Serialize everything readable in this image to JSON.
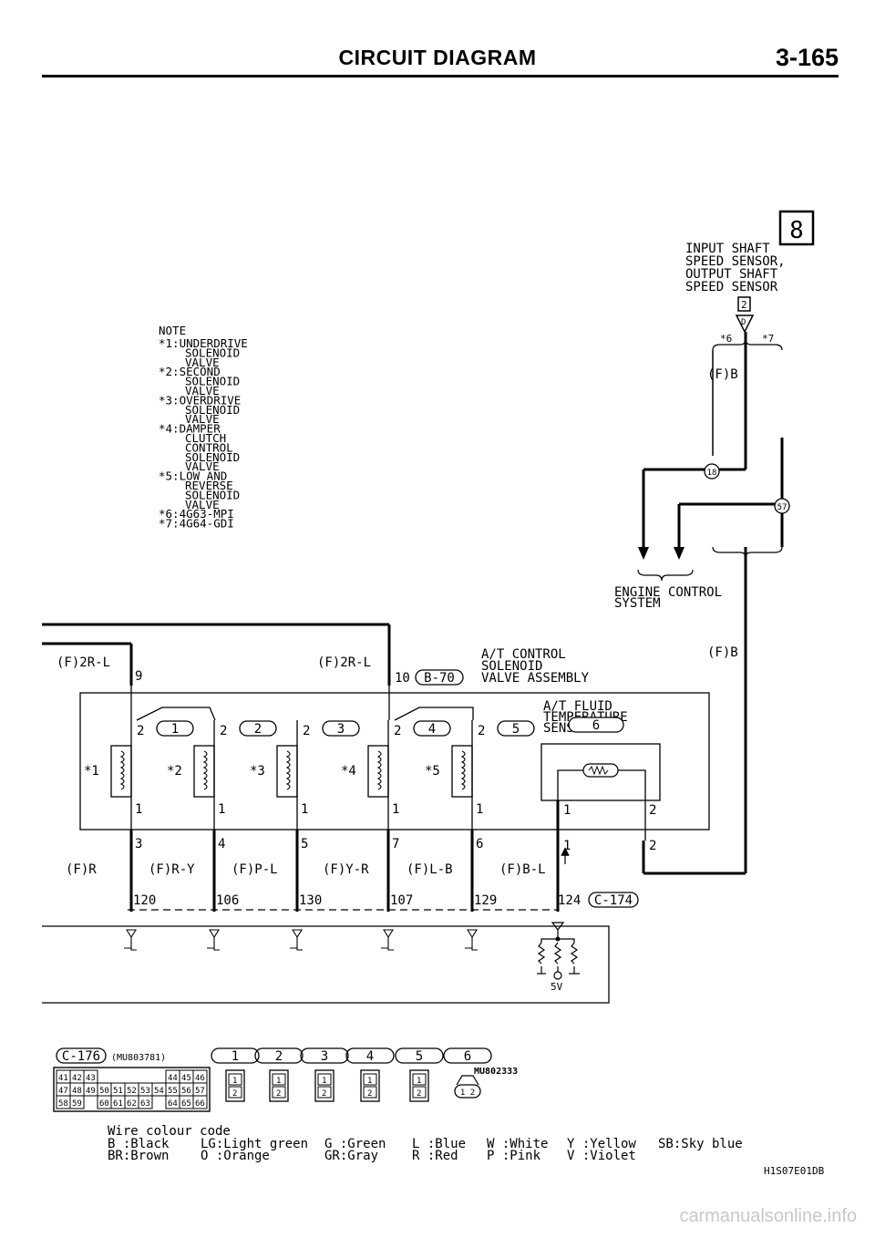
{
  "header": {
    "title": "CIRCUIT DIAGRAM",
    "page": "3-165"
  },
  "section_badge": "8",
  "sensor_label": [
    "INPUT SHAFT",
    "SPEED SENSOR,",
    "OUTPUT SHAFT",
    "SPEED SENSOR"
  ],
  "sensor_connector": "2",
  "sensor_pin": "D",
  "note": {
    "title": "NOTE",
    "lines": [
      "*1:UNDERDRIVE",
      "SOLENOID",
      "VALVE",
      "*2:SECOND",
      "SOLENOID",
      "VALVE",
      "*3:OVERDRIVE",
      "SOLENOID",
      "VALVE",
      "*4:DAMPER",
      "CLUTCH",
      "CONTROL",
      "SOLENOID",
      "VALVE",
      "*5:LOW AND",
      "REVERSE",
      "SOLENOID",
      "VALVE",
      "*6:4G63-MPI",
      "*7:4G64-GDI"
    ]
  },
  "wires": {
    "fb_top": "(F)B",
    "fb_right": "(F)B",
    "star6": "*6",
    "star7": "*7",
    "circle18": "18",
    "circle57": "57",
    "engine_control": [
      "ENGINE CONTROL",
      "SYSTEM"
    ],
    "f2rl_left": "(F)2R-L",
    "f2rl_mid": "(F)2R-L",
    "pin9": "9",
    "pin10": "10",
    "conn_b70": "B-70"
  },
  "assembly": {
    "label": [
      "A/T CONTROL",
      "SOLENOID",
      "VALVE ASSEMBLY"
    ],
    "fluid_sensor": [
      "A/T FLUID",
      "TEMPERATURE",
      "SENSOR"
    ],
    "solenoids": [
      {
        "star": "*1",
        "conn": "1",
        "top_pin": "2",
        "bot_pin": "1",
        "out_pin": "3",
        "wire": "(F)R",
        "ecu_pin": "120"
      },
      {
        "star": "*2",
        "conn": "2",
        "top_pin": "2",
        "bot_pin": "1",
        "out_pin": "4",
        "wire": "(F)R-Y",
        "ecu_pin": "106"
      },
      {
        "star": "*3",
        "conn": "3",
        "top_pin": "2",
        "bot_pin": "1",
        "out_pin": "5",
        "wire": "(F)P-L",
        "ecu_pin": "130"
      },
      {
        "star": "*4",
        "conn": "4",
        "top_pin": "2",
        "bot_pin": "1",
        "out_pin": "7",
        "wire": "(F)Y-R",
        "ecu_pin": "107"
      },
      {
        "star": "*5",
        "conn": "5",
        "top_pin": "2",
        "bot_pin": "1",
        "out_pin": "6",
        "wire": "(F)L-B",
        "ecu_pin": "129"
      }
    ],
    "sensor": {
      "conn": "6",
      "pin_a": "1",
      "pin_b": "2",
      "out_a": "1",
      "out_b": "2",
      "wire": "(F)B-L",
      "ecu_pin": "124",
      "ecu_conn": "C-174"
    },
    "v5": "5V"
  },
  "connectors": {
    "c176": "C-176",
    "c176_part": "(MU803781)",
    "c176_grid": [
      [
        "41",
        "42",
        "43",
        "",
        "",
        "",
        "",
        "",
        "44",
        "45",
        "46"
      ],
      [
        "47",
        "48",
        "49",
        "50",
        "51",
        "52",
        "53",
        "54",
        "55",
        "56",
        "57"
      ],
      [
        "58",
        "59",
        "",
        "60",
        "61",
        "62",
        "63",
        "",
        "64",
        "65",
        "66"
      ]
    ],
    "items": [
      "1",
      "2",
      "3",
      "4",
      "5",
      "6"
    ],
    "pin_top": "1",
    "pin_bot": "2",
    "mu_part": "MU802333",
    "sensor_pins": "1 2"
  },
  "legend": {
    "title": "Wire colour code",
    "row1": [
      "B :Black",
      "LG:Light green",
      "G :Green",
      "L :Blue",
      "W :White",
      "Y :Yellow",
      "SB:Sky blue"
    ],
    "row2": [
      "BR:Brown",
      "O :Orange",
      "GR:Gray",
      "R :Red",
      "P :Pink",
      "V :Violet"
    ]
  },
  "doc_code": "H1S07E01DB",
  "watermark": "carmanualsonline.info"
}
